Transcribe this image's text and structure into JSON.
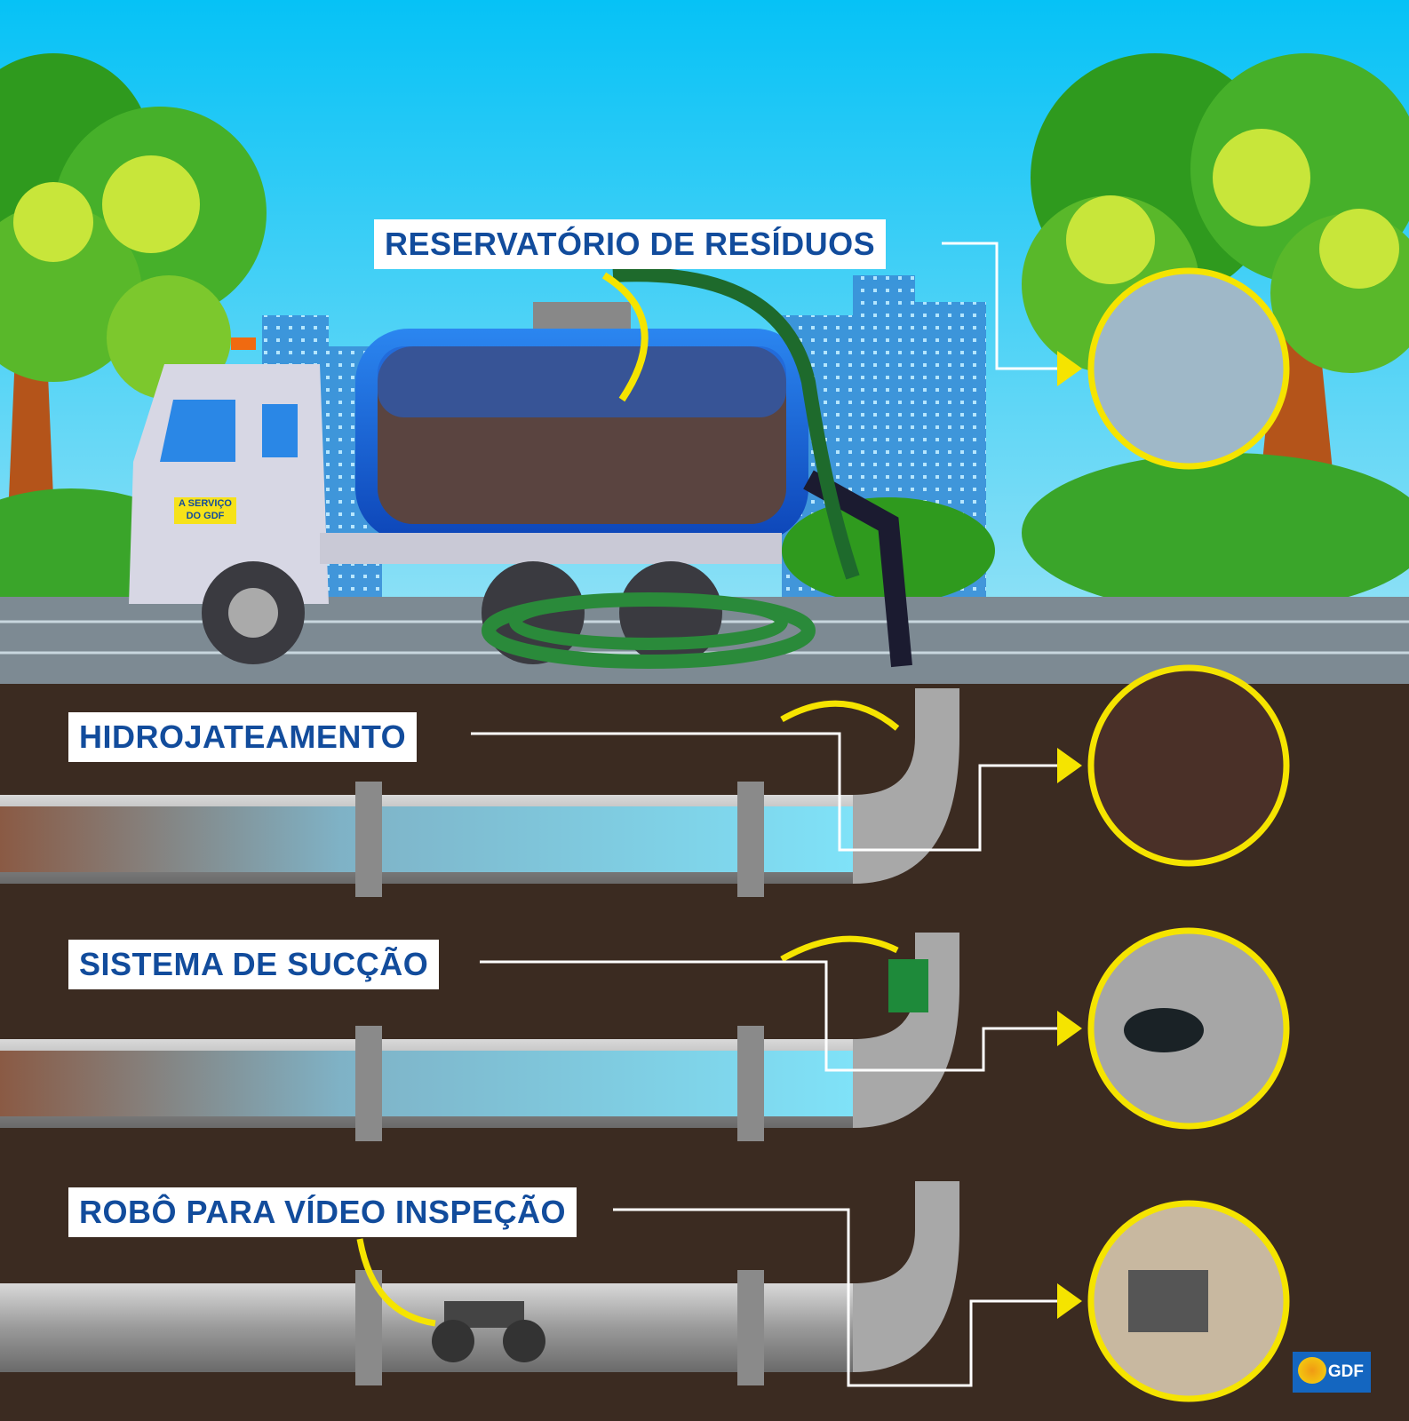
{
  "labels": {
    "reservoir": "RESERVATÓRIO DE RESÍDUOS",
    "hydrojet": "HIDROJATEAMENTO",
    "suction": "SISTEMA DE SUCÇÃO",
    "robot": "ROBÔ PARA VÍDEO INSPEÇÃO"
  },
  "truck_tag": {
    "line1": "A SERVIÇO",
    "line2": "DO GDF"
  },
  "logo": {
    "text": "GDF"
  },
  "colors": {
    "label_text": "#124c9c",
    "highlight": "#f5e400",
    "soil": "#3b2b21",
    "sky": "#1ec6f4"
  }
}
